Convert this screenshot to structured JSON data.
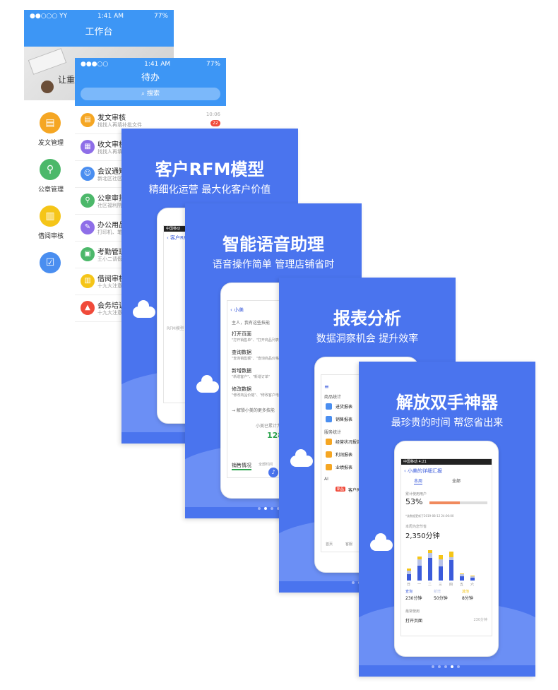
{
  "back_screen": {
    "status": {
      "carrier": "●●○○○ YY",
      "time": "1:41 AM",
      "battery": "77%"
    },
    "title": "工作台",
    "banner_text": "让重",
    "apps": [
      {
        "label": "发文管理",
        "color": "#f5a623",
        "icon": "document-icon"
      },
      {
        "label": "公章管理",
        "color": "#4cb86a",
        "icon": "stamp-icon"
      },
      {
        "label": "借阅审核",
        "color": "#f5c518",
        "icon": "book-icon"
      },
      {
        "label": "",
        "color": "#4a8ef0",
        "icon": "clipboard-icon"
      }
    ]
  },
  "todo_screen": {
    "status": {
      "carrier": "●●●○○",
      "time": "1:41 AM",
      "battery": "77%"
    },
    "title": "待办",
    "search_label": "搜索",
    "items": [
      {
        "title": "发文审核",
        "sub": "找找人再填补批文件",
        "time": "10:06",
        "badge": "22",
        "color": "#f5a623",
        "icon": "document-icon"
      },
      {
        "title": "收文审核",
        "sub": "找找人再填",
        "color": "#8e6ee8",
        "icon": "inbox-icon"
      },
      {
        "title": "会议通知",
        "sub": "新北区社区",
        "color": "#4a8ef0",
        "icon": "people-icon"
      },
      {
        "title": "公章审批",
        "sub": "社区福利院",
        "color": "#4cb86a",
        "icon": "stamp-icon"
      },
      {
        "title": "办公用品",
        "sub": "打印机、笔",
        "color": "#8e6ee8",
        "icon": "pen-icon"
      },
      {
        "title": "考勤管理",
        "sub": "王小二请假",
        "color": "#4cb86a",
        "icon": "calendar-icon"
      },
      {
        "title": "借阅审核",
        "sub": "十九大注意",
        "color": "#f5c518",
        "icon": "book-icon"
      },
      {
        "title": "会务培训",
        "sub": "十九大注意",
        "color": "#f04a3a",
        "icon": "graduation-icon"
      }
    ]
  },
  "cards": [
    {
      "title": "客户RFM模型",
      "subtitle": "精细化运营 最大化客户价值",
      "screen": {
        "statusbar": "中国移动",
        "nav": "客户RFM",
        "note": "RFM模型"
      }
    },
    {
      "title": "智能语音助理",
      "subtitle": "语音操作简单 管理店铺省时",
      "screen": {
        "nav": "小美",
        "intro": "主人，我有这些技能",
        "skills": [
          {
            "title": "打开页面",
            "desc": "\"打开销售单\"、\"打开商品列表\""
          },
          {
            "title": "查询数据",
            "desc": "\"查询销售额\"、\"查询商品价格\""
          },
          {
            "title": "新增数据",
            "desc": "\"新增客户\"、\"新增订单\""
          },
          {
            "title": "修改数据",
            "desc": "\"修改商品价格\"、\"修改客户电话\""
          }
        ],
        "more": "解锁小美的更多技能",
        "stat_label": "小美已累计为您",
        "stat_value": "128",
        "tab": "销售情况",
        "tab2": "全部时间"
      }
    },
    {
      "title": "报表分析",
      "subtitle": "数据洞察机会 提升效率",
      "screen": {
        "section1": "商品统计",
        "items1": [
          {
            "label": "进货报表",
            "color": "#4a8ef0"
          },
          {
            "label": "销售报表",
            "color": "#4a8ef0"
          }
        ],
        "section2": "服务统计",
        "items2": [
          {
            "label": "经营状况报告",
            "color": "#f5a623"
          },
          {
            "label": "利润报表",
            "color": "#f5a623"
          },
          {
            "label": "业绩报表",
            "color": "#f5a623"
          }
        ],
        "section3": "AI",
        "ai_badge": "新品",
        "ai_item": "客户RFM",
        "tabs": [
          "首页",
          "客服"
        ]
      }
    },
    {
      "title": "解放双手神器",
      "subtitle": "最珍贵的时间 帮您省出来",
      "screen": {
        "statusbar_left": "中国移动",
        "statusbar_right": "4:21",
        "nav": "小美的详细汇报",
        "tabs": [
          "本周",
          "全部"
        ],
        "usage_label": "累计使用用户",
        "usage_value": "53%",
        "update_note": "*该数据更新于2019-08-12 24:00:00",
        "saved_label": "本周为您节省",
        "saved_value": "2,350分钟",
        "stats": [
          {
            "label": "查询",
            "value": "230分钟",
            "color": "#3b5bdb"
          },
          {
            "label": "新增",
            "value": "50分钟",
            "color": "#b9c3e8"
          },
          {
            "label": "其他",
            "value": "8分钟",
            "color": "#f5c518"
          }
        ],
        "common_label": "最常使用",
        "common_item": "打开页面",
        "common_value": "230分钟"
      }
    }
  ],
  "chart_data": {
    "type": "bar",
    "categories": [
      "日",
      "一",
      "二",
      "三",
      "四",
      "五",
      "六"
    ],
    "series": [
      {
        "name": "查询",
        "values": [
          12,
          30,
          45,
          28,
          40,
          8,
          5
        ]
      },
      {
        "name": "新增",
        "values": [
          8,
          12,
          10,
          14,
          6,
          4,
          3
        ]
      },
      {
        "name": "其他",
        "values": [
          4,
          6,
          5,
          8,
          12,
          2,
          2
        ]
      }
    ],
    "colors": [
      "#3b5bdb",
      "#b9c3e8",
      "#f5c518"
    ],
    "ylim": [
      0,
      70
    ]
  }
}
